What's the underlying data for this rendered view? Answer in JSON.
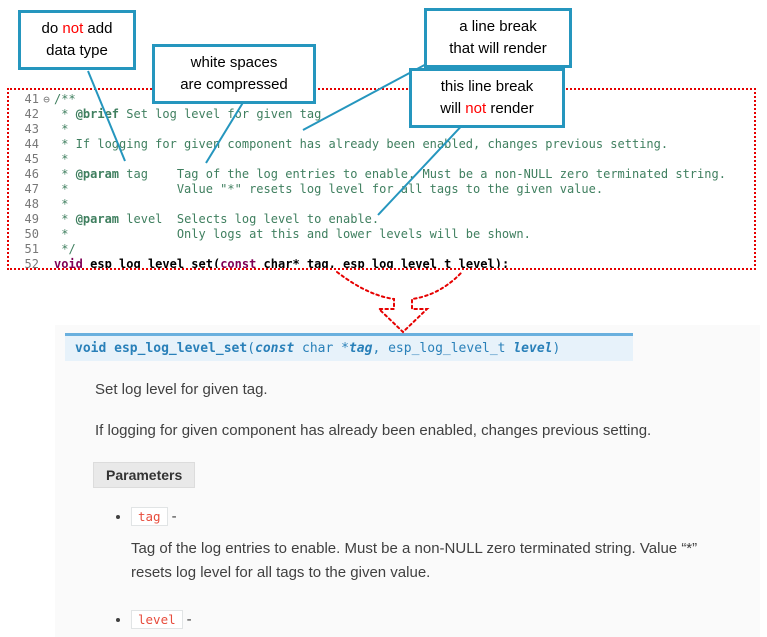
{
  "callouts": {
    "no_datatype": {
      "l1a": "do ",
      "l1b": "not",
      "l1c": " add",
      "l2": "data type"
    },
    "whitespace": {
      "l1": "white spaces",
      "l2": "are compressed"
    },
    "break_render": {
      "l1": "a line break",
      "l2": "that will render"
    },
    "break_norender": {
      "l1": "this line break",
      "l2a": "will ",
      "l2b": "not",
      "l2c": " render"
    }
  },
  "code": {
    "lines": [
      {
        "no": "41",
        "fold": "⊖",
        "segs": [
          {
            "t": "/**",
            "c": "cm"
          }
        ]
      },
      {
        "no": "42",
        "segs": [
          {
            "t": " * ",
            "c": "cm"
          },
          {
            "t": "@brief",
            "c": "tag"
          },
          {
            "t": " Set log level for given tag",
            "c": "cm"
          }
        ]
      },
      {
        "no": "43",
        "segs": [
          {
            "t": " *",
            "c": "cm"
          }
        ]
      },
      {
        "no": "44",
        "segs": [
          {
            "t": " * If logging for given component has already been enabled, changes previous setting.",
            "c": "cm"
          }
        ]
      },
      {
        "no": "45",
        "segs": [
          {
            "t": " *",
            "c": "cm"
          }
        ]
      },
      {
        "no": "46",
        "segs": [
          {
            "t": " * ",
            "c": "cm"
          },
          {
            "t": "@param",
            "c": "tag"
          },
          {
            "t": " tag    Tag of the log entries to enable. Must be a non-NULL zero terminated string.",
            "c": "cm"
          }
        ]
      },
      {
        "no": "47",
        "segs": [
          {
            "t": " *               Value \"*\" resets log level for all tags to the given value.",
            "c": "cm"
          }
        ]
      },
      {
        "no": "48",
        "segs": [
          {
            "t": " *",
            "c": "cm"
          }
        ]
      },
      {
        "no": "49",
        "segs": [
          {
            "t": " * ",
            "c": "cm"
          },
          {
            "t": "@param",
            "c": "tag"
          },
          {
            "t": " level  Selects log level to enable.",
            "c": "cm"
          }
        ]
      },
      {
        "no": "50",
        "segs": [
          {
            "t": " *               Only logs at this and lower levels will be shown.",
            "c": "cm"
          }
        ]
      },
      {
        "no": "51",
        "segs": [
          {
            "t": " */",
            "c": "cm"
          }
        ]
      },
      {
        "no": "52",
        "segs": [
          {
            "t": "void",
            "c": "kw"
          },
          {
            "t": " ",
            "c": "pl"
          },
          {
            "t": "esp_log_level_set",
            "c": "fn"
          },
          {
            "t": "(",
            "c": "pl"
          },
          {
            "t": "const",
            "c": "kw"
          },
          {
            "t": " char* tag, esp_log_level_t level);",
            "c": "pl"
          }
        ]
      }
    ]
  },
  "signature": {
    "segs": [
      {
        "t": "void ",
        "c": "kw"
      },
      {
        "t": "esp_log_level_set",
        "c": "name"
      },
      {
        "t": "(",
        "c": "pl"
      },
      {
        "t": "const",
        "c": "kwi"
      },
      {
        "t": " char *",
        "c": "pl"
      },
      {
        "t": "tag",
        "c": "arg"
      },
      {
        "t": ", ",
        "c": "pl"
      },
      {
        "t": "esp_log_level_t ",
        "c": "pl"
      },
      {
        "t": "level",
        "c": "arg"
      },
      {
        "t": ")",
        "c": "pl"
      }
    ]
  },
  "docs": {
    "brief": "Set log level for given tag.",
    "detail": "If logging for given component has already been enabled, changes previous setting."
  },
  "parameters": {
    "label": "Parameters",
    "sep": "-",
    "items": [
      {
        "name": "tag",
        "desc": "Tag of the log entries to enable. Must be a non-NULL zero terminated string. Value “*” resets log level for all tags to the given value."
      },
      {
        "name": "level",
        "desc": "Selects log level to enable. Only logs at this and lower levels will be shown."
      }
    ]
  },
  "colors": {
    "callout_border": "#2596be",
    "annotation_red": "#e60000",
    "red_text": "#ff0000",
    "code_comment": "#3f7f5f",
    "code_keyword": "#7f0055",
    "line_number_gray": "#787878",
    "signature_bg": "#e7f2fa",
    "signature_border": "#6ab0de",
    "signature_text": "#2980b9",
    "inline_code_red": "#e74c3c",
    "doc_text": "#404040",
    "panel_bg": "#fafafa"
  }
}
